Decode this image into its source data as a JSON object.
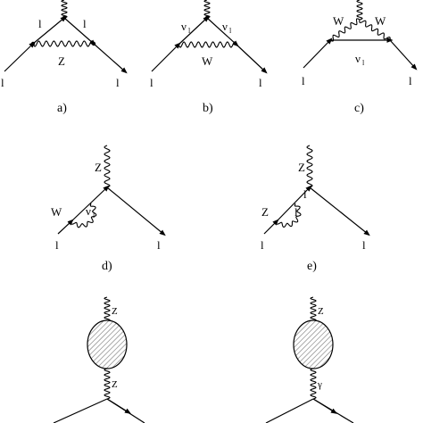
{
  "diagrams": {
    "a": {
      "caption": "a)",
      "left_fermion": "l",
      "right_fermion": "l",
      "inner_left": "l",
      "inner_right": "l",
      "boson": "Z"
    },
    "b": {
      "caption": "b)",
      "left_fermion": "l",
      "right_fermion": "l",
      "inner_left": "ν",
      "inner_left_sub": "l",
      "inner_right": "ν",
      "inner_right_sub": "l",
      "boson": "W"
    },
    "c": {
      "caption": "c)",
      "left_fermion": "l",
      "right_fermion": "l",
      "boson_left": "W",
      "boson_right": "W",
      "internal": "ν",
      "internal_sub": "l"
    },
    "d": {
      "caption": "d)",
      "external_boson": "Z",
      "loop_boson": "W",
      "inner_fermion": "ν",
      "inner_fermion_sub": "l",
      "left_fermion": "l",
      "right_fermion": "l"
    },
    "e": {
      "caption": "e)",
      "external_boson": "Z",
      "loop_boson": "Z",
      "inner_fermion": "l",
      "left_fermion": "l",
      "right_fermion": "l"
    },
    "f": {
      "top_boson": "Z",
      "bottom_boson": "Z"
    },
    "g": {
      "top_boson": "Z",
      "bottom_boson": "γ"
    }
  }
}
